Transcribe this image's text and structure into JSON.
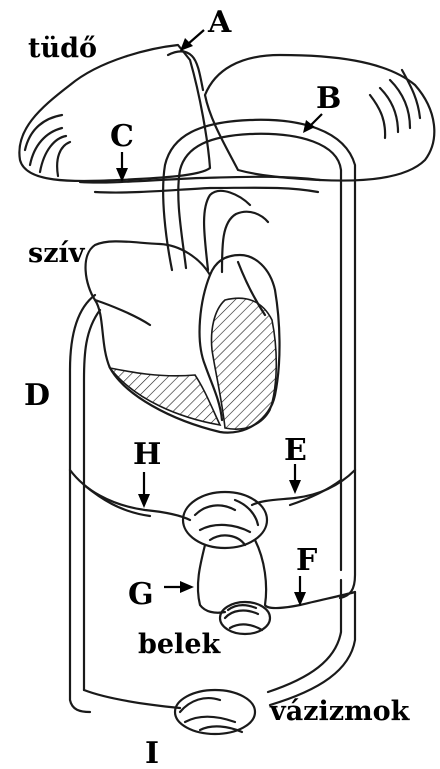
{
  "labels": {
    "A": "A",
    "B": "B",
    "C": "C",
    "D": "D",
    "E": "E",
    "F": "F",
    "G": "G",
    "H": "H",
    "I": "I"
  },
  "organs": {
    "lung": "tüdő",
    "heart": "szív",
    "intestine": "belek",
    "muscles": "vázizmok"
  }
}
